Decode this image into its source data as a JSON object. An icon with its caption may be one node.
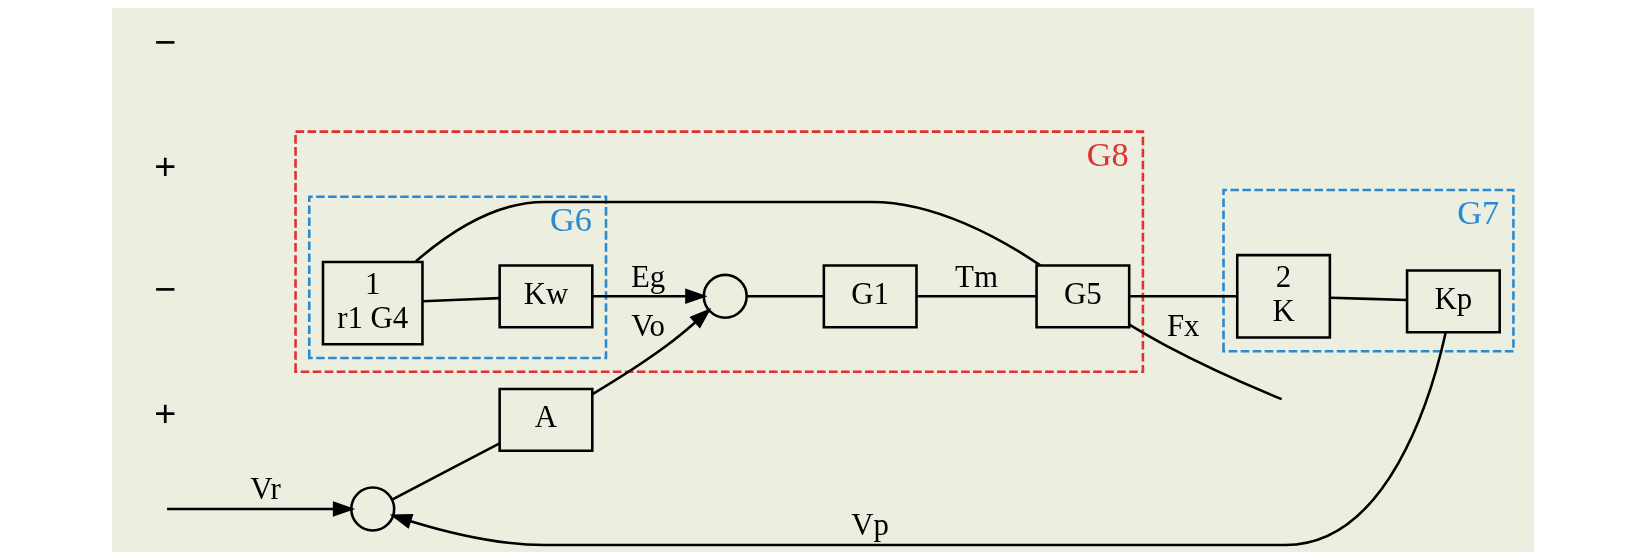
{
  "diagram": {
    "nodes": [
      {
        "text": [],
        "shape": "circle"
      },
      {
        "text": [
          "A"
        ]
      },
      {
        "text": [
          "G8"
        ]
      },
      {
        "text": [],
        "shape": "circle",
        "in": 2
      },
      {
        "text": [
          "G1"
        ],
        "in": 2
      },
      {
        "text": [
          "G5"
        ],
        "in": 2
      },
      {
        "text": [
          "G6"
        ],
        "in": 2
      },
      {
        "text": [
          "Kw"
        ],
        "in": 6
      },
      {
        "text": [
          "1",
          "r1 G4"
        ],
        "in": 6
      },
      {
        "text": [
          "G7"
        ]
      },
      {
        "text": [
          "Kp"
        ],
        "in": 9
      },
      {
        "text": [
          "2",
          "K"
        ],
        "in": 9
      }
    ],
    "edges": [
      {
        "from": null,
        "to": 0,
        "arrow": "to",
        "label": "Vr"
      },
      {
        "from": 0,
        "to": 1,
        "arrow": "none"
      },
      {
        "from": 1,
        "to": 3,
        "arrow": "to",
        "label": "Vo"
      },
      {
        "from": 3,
        "to": 4,
        "arrow": "none"
      },
      {
        "from": 4,
        "to": 5,
        "arrow": "none",
        "label": "Tm"
      },
      {
        "from": 5,
        "to": null,
        "arrow": "none",
        "label": "Fx"
      },
      {
        "from": 5,
        "to": 8,
        "arrow": "none"
      },
      {
        "from": 8,
        "to": 7,
        "arrow": "none"
      },
      {
        "from": 7,
        "to": 3,
        "arrow": "to",
        "label": "Eg"
      },
      {
        "from": 5,
        "to": 11,
        "arrow": "none"
      },
      {
        "from": 11,
        "to": 10,
        "arrow": "none"
      },
      {
        "from": 10,
        "to": 0,
        "arrow": "to",
        "label": "Vp"
      }
    ],
    "labels": [
      "+",
      "−",
      "+",
      "−"
    ]
  }
}
